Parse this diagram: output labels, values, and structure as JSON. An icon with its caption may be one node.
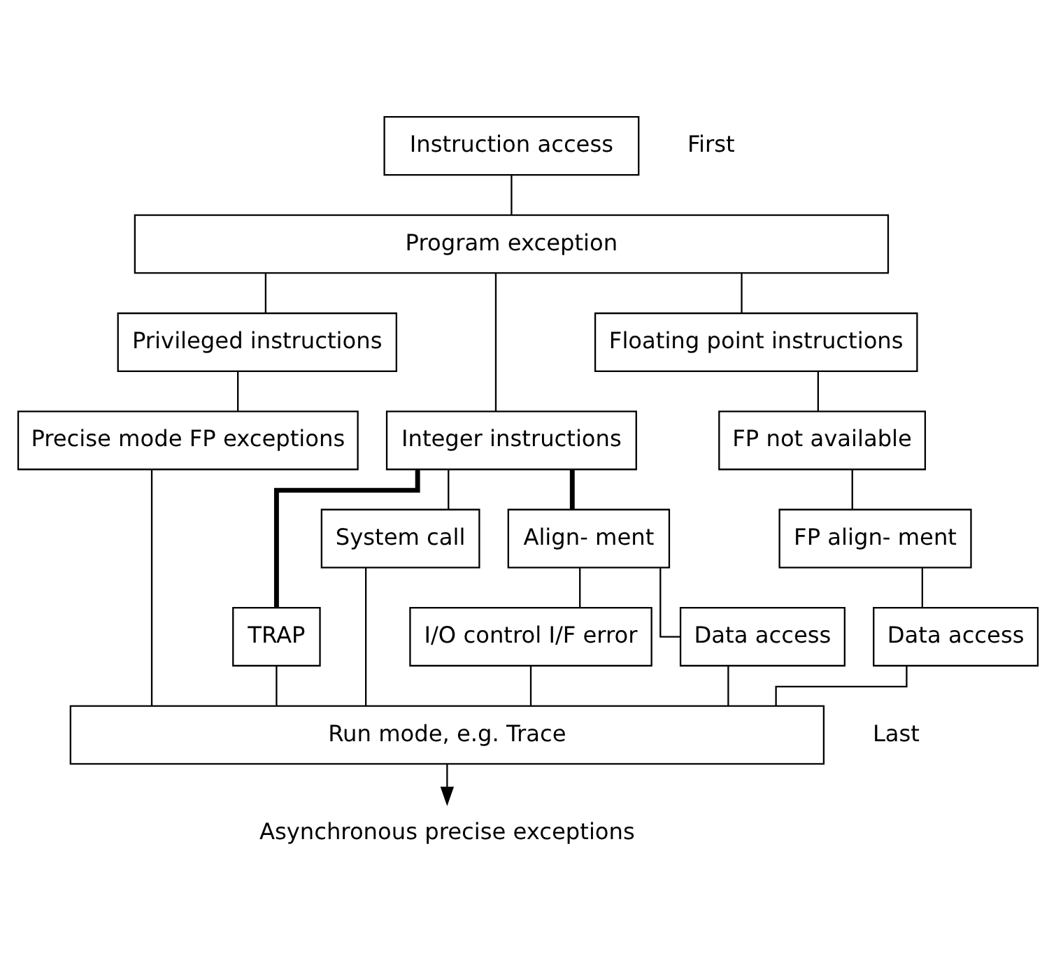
{
  "diagram": {
    "nodes": [
      {
        "text": [
          "Instruction access"
        ]
      },
      {
        "text": [
          "Program exception"
        ]
      },
      {
        "text": [
          "Privileged instructions"
        ]
      },
      {
        "text": [
          "Integer instructions"
        ]
      },
      {
        "text": [
          "Floating point instructions"
        ]
      },
      {
        "text": [
          "TRAP"
        ]
      },
      {
        "text": [
          "System call"
        ]
      },
      {
        "text": [
          "Align- ment"
        ]
      },
      {
        "text": [
          "FP not available"
        ]
      },
      {
        "text": [
          "Precise mode FP exceptions"
        ]
      },
      {
        "text": [
          "I/O control I/F error"
        ]
      },
      {
        "text": [
          "FP align- ment"
        ]
      },
      {
        "text": [
          "Data access"
        ]
      },
      {
        "text": [
          "Data access"
        ]
      },
      {
        "text": [
          "Run mode, e.g. Trace"
        ]
      },
      {
        "text": [
          "Asynchronous precise exceptions"
        ]
      }
    ],
    "edges": [
      {
        "from": 0,
        "to": 1,
        "arrow": "none"
      },
      {
        "from": 1,
        "to": 2,
        "arrow": "none"
      },
      {
        "from": 1,
        "to": 3,
        "arrow": "none"
      },
      {
        "from": 1,
        "to": 4,
        "arrow": "none"
      },
      {
        "from": 3,
        "to": 5,
        "arrow": "none",
        "style": "thick"
      },
      {
        "from": 3,
        "to": 6,
        "arrow": "none"
      },
      {
        "from": 3,
        "to": 7,
        "arrow": "none",
        "style": "thick"
      },
      {
        "from": 4,
        "to": 8,
        "arrow": "none"
      },
      {
        "from": 2,
        "to": 9,
        "arrow": "none"
      },
      {
        "from": 7,
        "to": 12,
        "arrow": "none"
      },
      {
        "from": 7,
        "to": 10,
        "arrow": "none"
      },
      {
        "from": 8,
        "to": 11,
        "arrow": "none"
      },
      {
        "from": 11,
        "to": 13,
        "arrow": "none"
      },
      {
        "from": 9,
        "to": 14,
        "arrow": "none"
      },
      {
        "from": 5,
        "to": 14,
        "arrow": "none"
      },
      {
        "from": 6,
        "to": 14,
        "arrow": "none"
      },
      {
        "from": 12,
        "to": 14,
        "arrow": "none"
      },
      {
        "from": 10,
        "to": 14,
        "arrow": "none"
      },
      {
        "from": 13,
        "to": 14,
        "arrow": "none"
      },
      {
        "from": 14,
        "to": 15,
        "arrow": "to"
      }
    ],
    "labels": [
      "First",
      "Last"
    ]
  }
}
